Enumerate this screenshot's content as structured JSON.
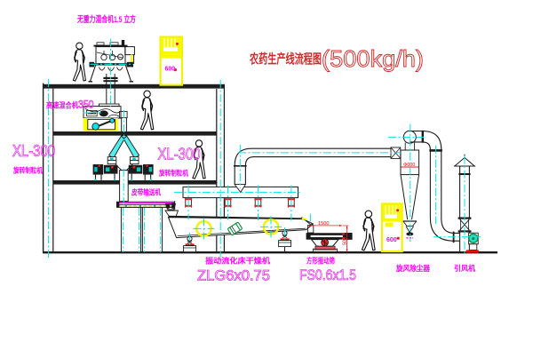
{
  "title": {
    "name": "农药生产线流程图",
    "capacity": "(500kg/h)"
  },
  "labels": {
    "gravity_mixer": "无重力混合机1.5 立方",
    "high_speed_mixer_name": "高速混合机",
    "high_speed_mixer_model": "350",
    "granulator_left_model": "XL-300",
    "granulator_left_name": "旋转制粒机",
    "granulator_right_model": "XL-300",
    "granulator_right_name": "旋转制粒机",
    "belt_conveyor": "皮带输送机",
    "fluid_bed_dryer_name": "振动流化床干燥机",
    "fluid_bed_dryer_model": "ZLG6x0.75",
    "vibrating_sieve_name": "方形振动筛",
    "vibrating_sieve_model": "FS0.6x1.5",
    "cyclone_name": "旋风除尘器",
    "induced_draft_fan_name": "引风机"
  },
  "dimensions": {
    "sieve_length": "1500",
    "sieve_height": "500",
    "cyclone_diameter": "Φ600"
  },
  "cabinets": {
    "top_cabinet_text": "600",
    "right_cabinet_text": "600"
  },
  "colors": {
    "background": "#ffffff",
    "line": "#1a1a1a",
    "centerline": "#00e5e5",
    "label": "#ff00ff",
    "title": "#cf2a2a",
    "accent_red": "#ff0000",
    "accent_yellow": "#ffff00",
    "accent_green": "#0a8a3a"
  }
}
